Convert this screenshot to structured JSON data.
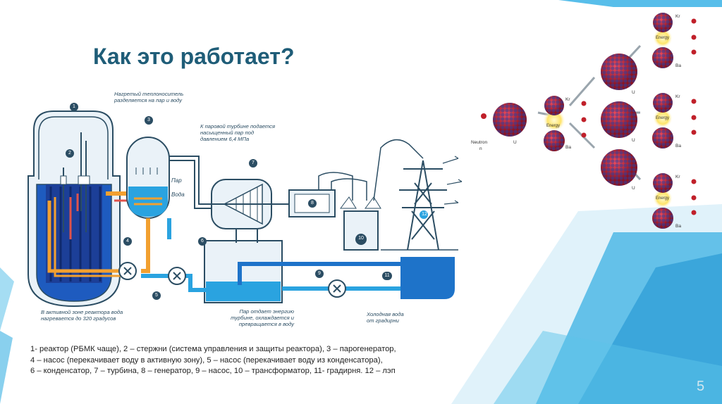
{
  "slide": {
    "title": "Как это работает?",
    "caption_lines": [
      "1- реактор (РБМК чаще), 2 – стержни (система управления и защиты реактора), 3 – парогенератор,",
      "4 – насос (перекачивает воду в активную зону), 5 – насос (перекачивает воду из конденсатора),",
      "6 – конденсатор, 7 – турбина, 8 – генератор, 9 – насос, 10 – трансформатор, 11- градирня. 12 – лэп"
    ],
    "page_number": "5"
  },
  "diagram": {
    "callouts": [
      "1",
      "2",
      "3",
      "4",
      "5",
      "6",
      "7",
      "8",
      "9",
      "10",
      "11",
      "12"
    ],
    "labels": {
      "heated_coolant": "Нагретый теплоноситель разделяется на пар и воду",
      "steam": "Пар",
      "water": "Вода",
      "turbine_steam": "К паровой турбине подается насыщенный пар под давлением 6,4 МПа",
      "core_heating": "В активной зоне реактора вода нагревается до 320 градусов",
      "condenser_note": "Пар отдает энергию турбине, охлаждается и превращается в воду",
      "cold_water": "Холодная вода от градирни"
    }
  },
  "fission": {
    "neutron_label": "Neutron",
    "neutron_symbol": "n",
    "energy_label": "Energy",
    "u235": "U",
    "kr": "Kr",
    "ba": "Ba"
  },
  "colors": {
    "title": "#1f5d78",
    "accent_blue": "#1e73c9",
    "hot_orange": "#f2a030",
    "light_blue": "#2aa3e0"
  }
}
